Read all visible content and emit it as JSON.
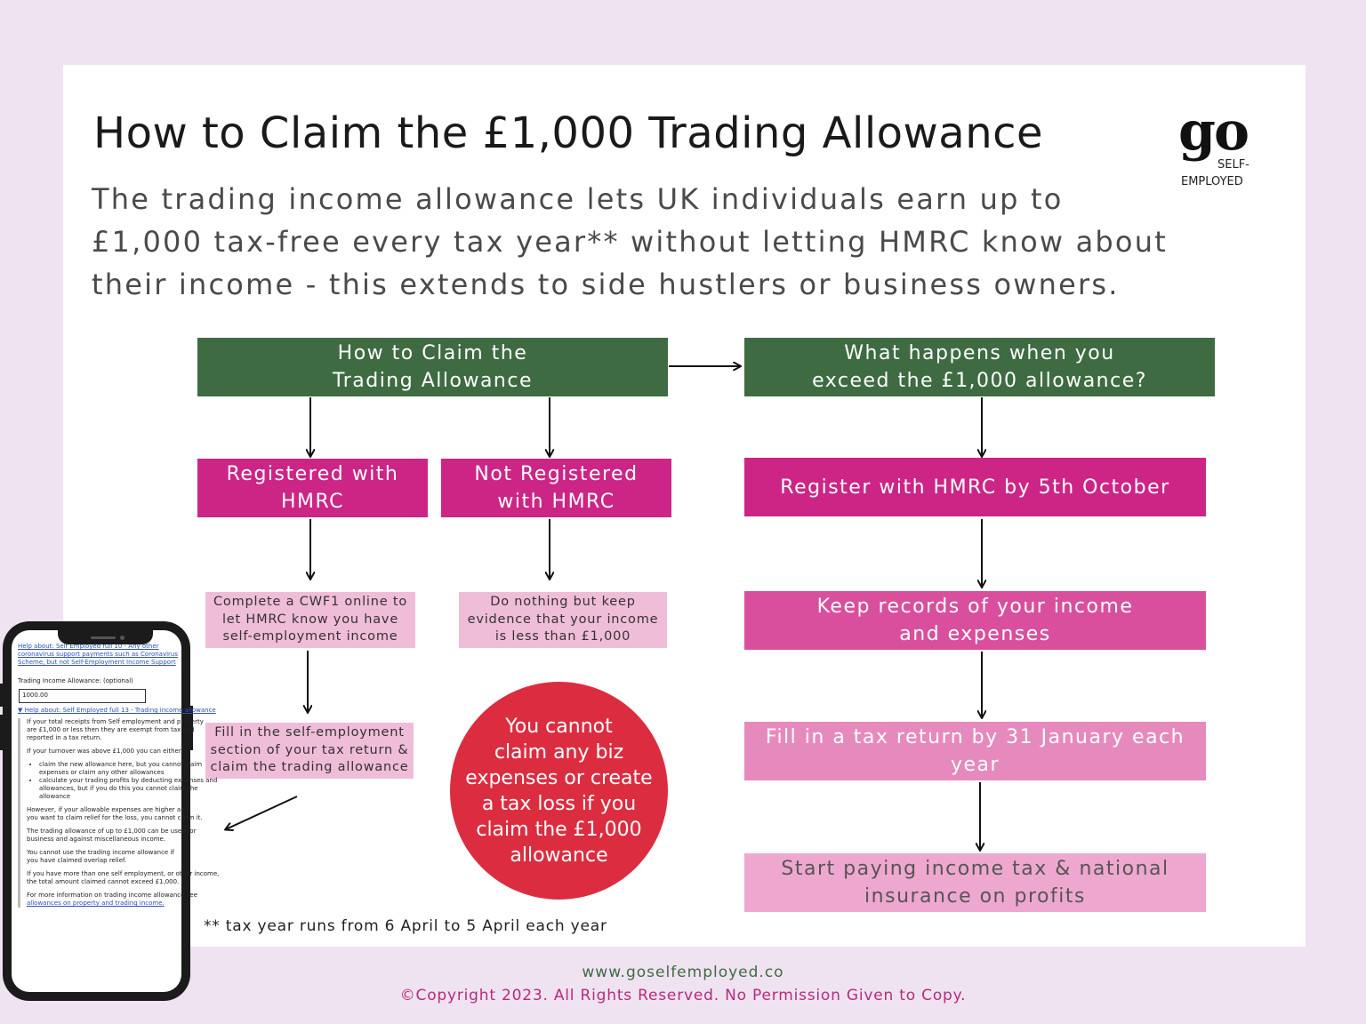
{
  "header": {
    "title": "How to Claim the £1,000 Trading Allowance",
    "intro_line1": "The trading income allowance lets UK individuals earn up to",
    "intro_line2": "£1,000 tax-free every tax year** without letting HMRC know about",
    "intro_line3": "their income - this extends to side hustlers or business owners."
  },
  "logo": {
    "main": "go",
    "line1": "SELF-",
    "line2": "EMPLOYED"
  },
  "flow": {
    "claim": {
      "line1": "How to Claim the",
      "line2": "Trading Allowance"
    },
    "exceed": {
      "line1": "What happens when you",
      "line2": "exceed the £1,000 allowance?"
    },
    "registered": {
      "line1": "Registered with",
      "line2": "HMRC"
    },
    "not_registered": {
      "line1": "Not Registered",
      "line2": "with HMRC"
    },
    "cwf1": {
      "line1": "Complete a CWF1 online to",
      "line2": "let HMRC know you have",
      "line3": "self-employment income"
    },
    "do_nothing": {
      "line1": "Do nothing but keep",
      "line2": "evidence that your income",
      "line3": "is less than £1,000"
    },
    "fill_section": {
      "line1": "Fill in the self-employment",
      "line2": "section of your tax return &",
      "line3": "claim the trading allowance"
    },
    "warning": {
      "line1": "You cannot",
      "line2": "claim any biz",
      "line3": "expenses or create",
      "line4": "a tax loss if you",
      "line5": "claim the £1,000",
      "line6": "allowance"
    },
    "register_oct": "Register with HMRC by 5th October",
    "keep_records": {
      "line1": "Keep records of your income",
      "line2": "and expenses"
    },
    "tax_return": {
      "line1": "Fill in a tax return by 31 January each",
      "line2": "year"
    },
    "start_paying": {
      "line1": "Start paying income tax & national",
      "line2": "insurance on profits"
    }
  },
  "note": "** tax year runs from 6 April to 5 April each year",
  "footer": {
    "website": "www.goselfemployed.co",
    "copyright": "©Copyright 2023. All Rights Reserved. No Permission Given to Copy."
  },
  "phone": {
    "help_top1": "Help about: Self Employed full 10 - Any other",
    "help_top2": "coronavirus support payments such as Coronavirus",
    "help_top3": "Scheme, but not Self-Employment Income Support",
    "field_label": "Trading Income Allowance: (optional)",
    "field_value": "1000.00",
    "help_open": "Help about: Self Employed full 13 - Trading income allowance",
    "p1a": "If your total receipts from Self employment and property",
    "p1b": "are £1,000 or less then they are exempt from tax and",
    "p1c": "reported in a tax return.",
    "p2": "If your turnover was above £1,000 you can either:",
    "b1a": "claim the new allowance here, but you cannot claim",
    "b1b": "expenses or claim any other allowances",
    "b2a": "calculate your trading profits by deducting expenses and",
    "b2b": "allowances, but if you do this you cannot claim the",
    "b2c": "allowance",
    "p3a": "However, if your allowable expenses are higher and",
    "p3b": "you want to claim relief for the loss, you cannot claim it.",
    "p4a": "The trading allowance of up to £1,000 can be used for",
    "p4b": "business and against miscellaneous income.",
    "p5a": "You cannot use the trading income allowance if",
    "p5b": "you have claimed overlap relief.",
    "p6a": "If you have more than one self employment, or other income,",
    "p6b": "the total amount claimed cannot exceed £1,000.",
    "p7a": "For more information on trading income allowance see",
    "p7b": "allowances on property and trading income."
  },
  "colors": {
    "background": "#f0e3f1",
    "green": "#3e6b42",
    "magenta": "#cc2586",
    "pink_light": "#f0bdd8",
    "red_circle": "#dc2d40"
  }
}
